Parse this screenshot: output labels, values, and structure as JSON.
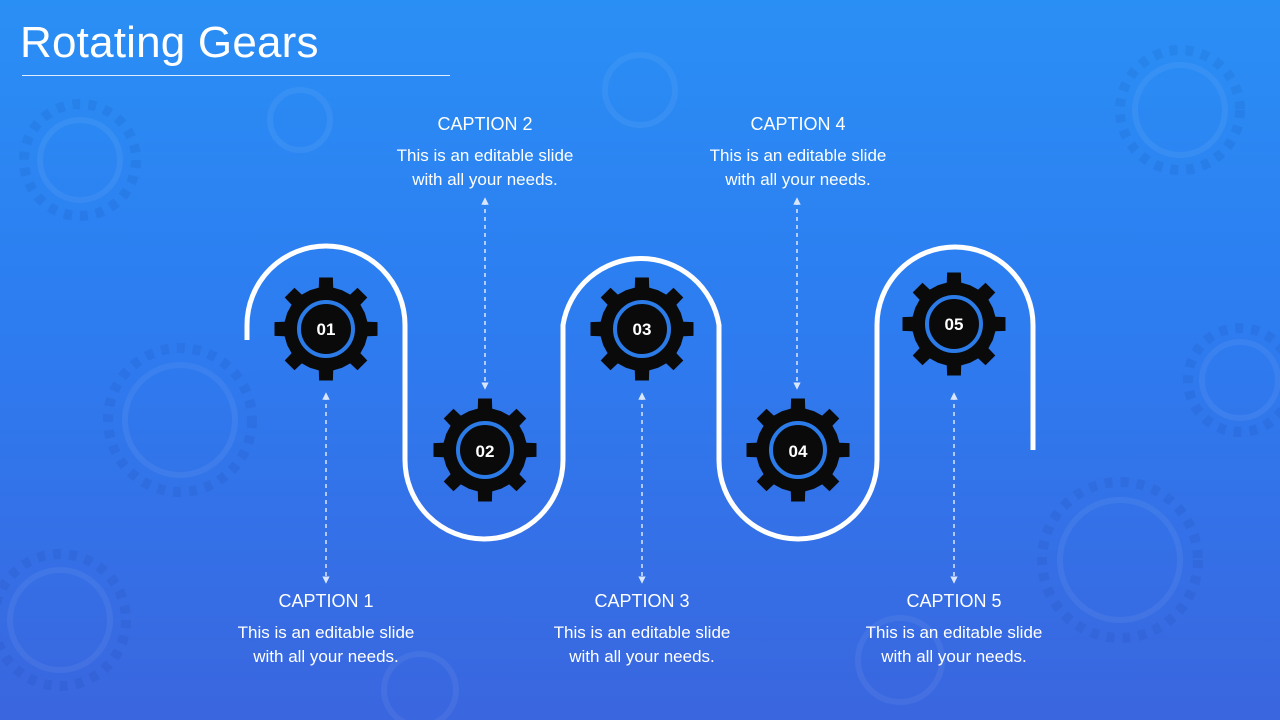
{
  "title": "Rotating Gears",
  "colors": {
    "background_top": "#2a8ff5",
    "background_bottom": "#3a66df",
    "gear": "#0a0a0a",
    "gear_ring": "#2b7be8",
    "path": "#ffffff",
    "arrow": "#d9e6ff"
  },
  "steps": [
    {
      "number": "01",
      "caption": "CAPTION 1",
      "text_line1": "This is an editable slide",
      "text_line2": "with all your needs.",
      "icon": "gear-icon"
    },
    {
      "number": "02",
      "caption": "CAPTION 2",
      "text_line1": "This is an editable slide",
      "text_line2": "with all your needs.",
      "icon": "gear-icon"
    },
    {
      "number": "03",
      "caption": "CAPTION 3",
      "text_line1": "This is an editable slide",
      "text_line2": "with all your needs.",
      "icon": "gear-icon"
    },
    {
      "number": "04",
      "caption": "CAPTION 4",
      "text_line1": "This is an editable slide",
      "text_line2": "with all your needs.",
      "icon": "gear-icon"
    },
    {
      "number": "05",
      "caption": "CAPTION 5",
      "text_line1": "This is an editable slide",
      "text_line2": "with all your needs.",
      "icon": "gear-icon"
    }
  ]
}
